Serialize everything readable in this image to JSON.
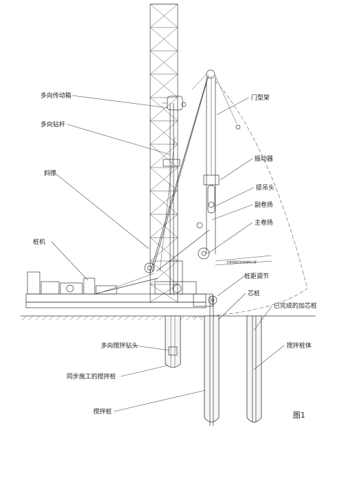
{
  "labels": {
    "multi_gearbox": "多向传动箱",
    "multi_drill_rod": "多向钻杆",
    "diagonal_brace": "斜撑",
    "pile_machine": "桩机",
    "portal_frame": "门型架",
    "vibrator": "振动器",
    "lifting_head": "提吊头",
    "aux_winch": "副卷扬",
    "main_winch": "主卷扬",
    "pile_spacing_adjust": "桩距调节",
    "core_pile": "芯桩",
    "finished_core_pile": "已完成的加芯桩",
    "mixing_drill_head": "多向搅拌钻头",
    "sync_mixing_pile": "同步施工的搅拌桩",
    "mixing_pile_body": "搅拌桩体",
    "mixing_pile": "搅拌桩",
    "figure_number": "图1",
    "rotation_note": "主卷扬提升桩架旋转示意"
  },
  "colors": {
    "line": "#333333",
    "background": "#ffffff",
    "pile_fill": "#f7f7f7"
  }
}
